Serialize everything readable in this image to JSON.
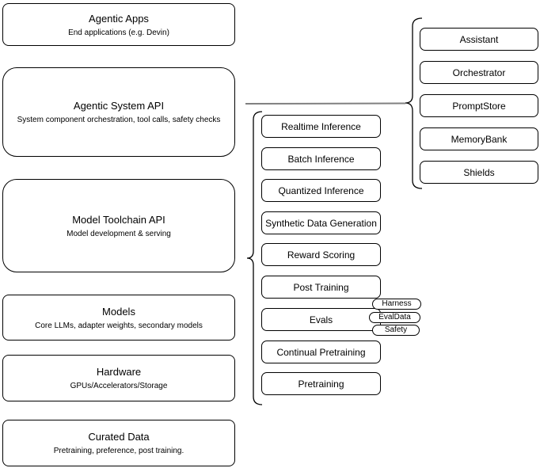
{
  "left_column": [
    {
      "title": "Agentic Apps",
      "subtitle": "End applications (e.g. Devin)"
    },
    {
      "title": "Agentic System API",
      "subtitle": "System component orchestration, tool calls, safety checks"
    },
    {
      "title": "Model Toolchain API",
      "subtitle": "Model development & serving"
    },
    {
      "title": "Models",
      "subtitle": "Core LLMs, adapter weights, secondary models"
    },
    {
      "title": "Hardware",
      "subtitle": "GPUs/Accelerators/Storage"
    },
    {
      "title": "Curated Data",
      "subtitle": "Pretraining, preference, post training."
    }
  ],
  "toolchain": {
    "items": [
      "Realtime Inference",
      "Batch Inference",
      "Quantized Inference",
      "Synthetic Data Generation",
      "Reward Scoring",
      "Post Training",
      "Evals",
      "Continual Pretraining",
      "Pretraining"
    ]
  },
  "eval_tags": [
    "Harness",
    "EvalData",
    "Safety"
  ],
  "components": {
    "items": [
      "Assistant",
      "Orchestrator",
      "PromptStore",
      "MemoryBank",
      "Shields"
    ]
  },
  "colors": {
    "box_border": "#000000",
    "box_fill": "#ffffff",
    "connector_line": "#808080",
    "text": "#000000"
  }
}
